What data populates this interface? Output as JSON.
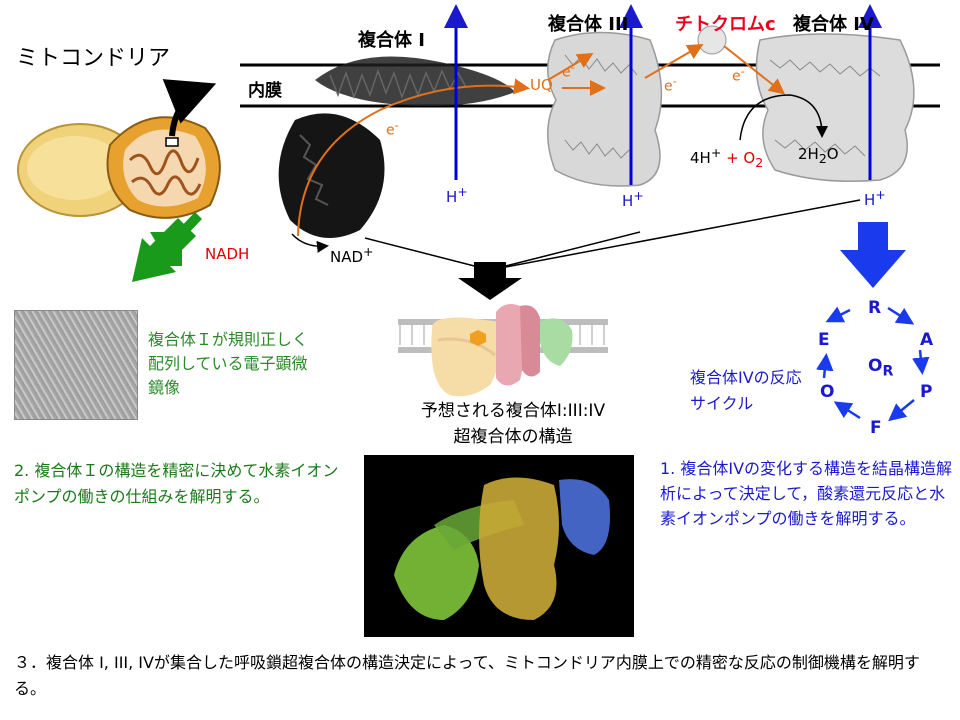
{
  "title": "ミトコンドリア",
  "membrane_label": "内膜",
  "complexes": {
    "c1": "複合体 I",
    "c3": "複合体 III",
    "cytc": "チトクロムc",
    "c4": "複合体 IV"
  },
  "molecules": {
    "nadh": "NADH",
    "nad": "NAD",
    "nad_sup": "+",
    "uq": "UQ",
    "e": "e",
    "e_sup": "-",
    "h": "H",
    "h_sup": "+",
    "rxn_a": "4H",
    "rxn_b": " + O",
    "o2_sub": "2",
    "h2o_a": "2H",
    "h2o_sub": "2",
    "h2o_b": "O"
  },
  "em_caption": "複合体Ｉが規則正しく配列している電子顕微鏡像",
  "goal2": "2. 複合体Ｉの構造を精密に決めて水素イオンポンプの働きの仕組みを解明する。",
  "supercomplex_caption_1": "予想される複合体I:III:IV",
  "supercomplex_caption_2": "超複合体の構造",
  "cycle_caption": "複合体IVの反応サイクル",
  "cycle_states": {
    "r": "R",
    "a": "A",
    "p": "P",
    "f": "F",
    "o": "O",
    "e": "E",
    "center": "O",
    "center_sub": "R"
  },
  "goal1": "1. 複合体IVの変化する構造を結晶構造解析によって決定して，酸素還元反応と水素イオンポンプの働きを解明する。",
  "goal3": "３．複合体 I, III, IVが集合した呼吸鎖超複合体の構造決定によって、ミトコンドリア内膜上での精密な反応の制御機構を解明する。",
  "colors": {
    "electron_path": "#e0701a",
    "proton": "#1a1acc",
    "goal2_green": "#2a8a2a",
    "arrow_green": "#1a9a1a",
    "arrow_blue": "#1a3aee"
  }
}
